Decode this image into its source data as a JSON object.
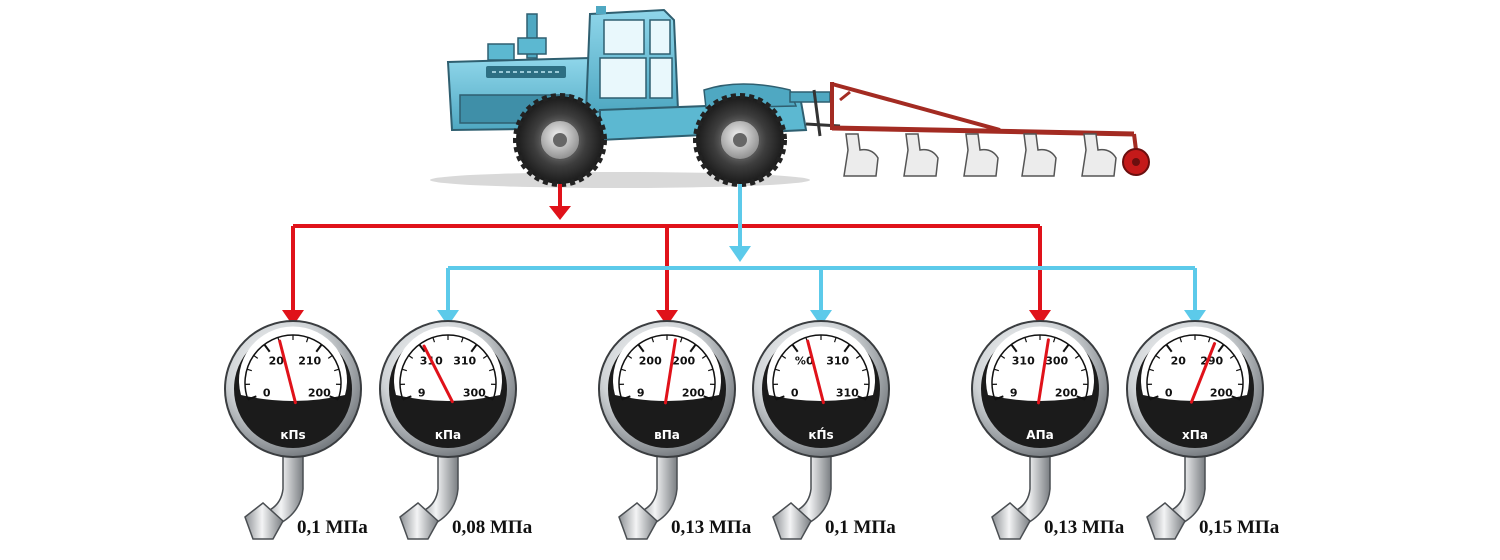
{
  "colors": {
    "front_axle_line": "#e0121a",
    "rear_axle_line": "#5ccaea",
    "tractor_body": "#6fc6dc",
    "plough_frame": "#a32b22"
  },
  "gauges": [
    {
      "tick_labels": [
        "0",
        "20",
        "210",
        "200"
      ],
      "unit": "кПs",
      "needle_value": 0.42,
      "needle_color": "#e0121a",
      "line": "front",
      "pressure_label": "0,1 МПа"
    },
    {
      "tick_labels": [
        "9",
        "310",
        "310",
        "300"
      ],
      "unit": "кПа",
      "needle_value": 0.35,
      "needle_color": "#e0121a",
      "line": "rear",
      "pressure_label": "0,08 МПа"
    },
    {
      "tick_labels": [
        "9",
        "200",
        "200",
        "200"
      ],
      "unit": "вПа",
      "needle_value": 0.55,
      "needle_color": "#e0121a",
      "line": "front",
      "pressure_label": "0,13 МПа"
    },
    {
      "tick_labels": [
        "0",
        "%0",
        "310",
        "310"
      ],
      "unit": "кП́s",
      "needle_value": 0.42,
      "needle_color": "#e0121a",
      "line": "rear",
      "pressure_label": "0,1 МПа"
    },
    {
      "tick_labels": [
        "9",
        "310",
        "300",
        "200"
      ],
      "unit": "АПа",
      "needle_value": 0.55,
      "needle_color": "#e0121a",
      "line": "front",
      "pressure_label": "0,13 МПа"
    },
    {
      "tick_labels": [
        "0",
        "20",
        "290",
        "200"
      ],
      "unit": "хПа",
      "needle_value": 0.62,
      "needle_color": "#e0121a",
      "line": "rear",
      "pressure_label": "0,15 МПа"
    }
  ]
}
